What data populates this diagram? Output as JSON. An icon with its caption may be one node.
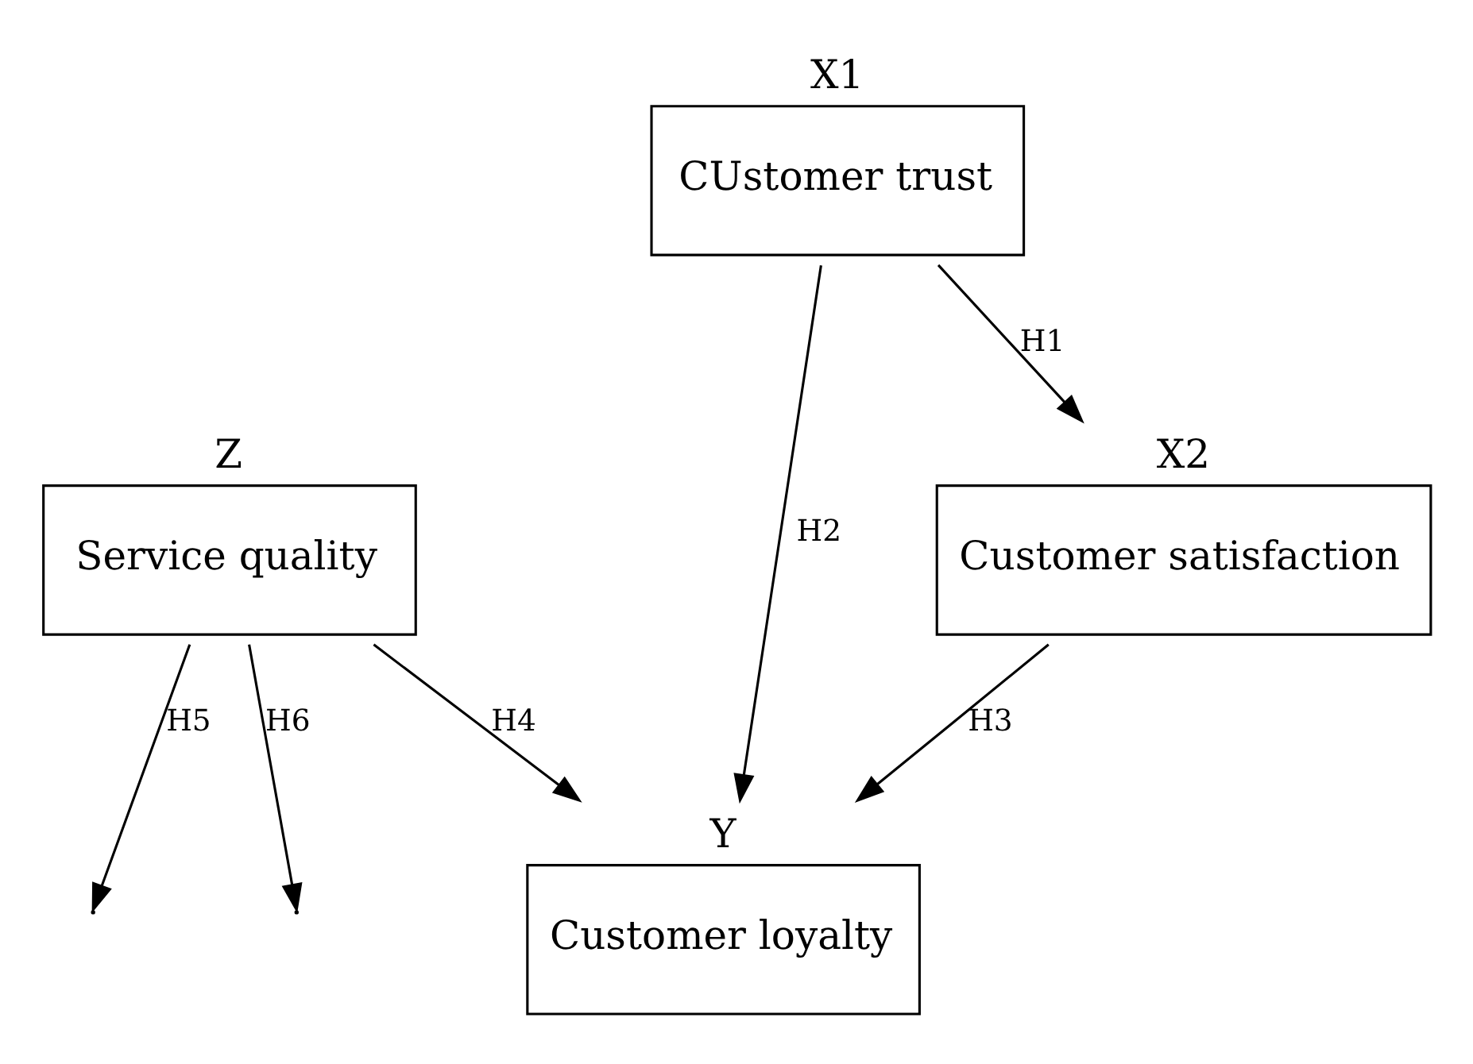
{
  "diagram": {
    "nodes": [
      {
        "text": [
          "Z",
          "Service quality"
        ]
      },
      {
        "text": [
          "X1",
          "CUstomer trust"
        ]
      },
      {
        "text": [
          "Y",
          "Customer loyalty"
        ]
      },
      {
        "text": [
          "X2",
          "Customer satisfaction"
        ]
      }
    ],
    "edges": [
      {
        "from": 0,
        "to": 2,
        "arrow": "to",
        "label": "H4"
      },
      {
        "from": 0,
        "to": null,
        "arrow": "to",
        "label": "H5"
      },
      {
        "from": 0,
        "to": null,
        "arrow": "to",
        "label": "H6"
      },
      {
        "from": 1,
        "to": 2,
        "arrow": "to",
        "label": "H2"
      },
      {
        "from": 1,
        "to": 3,
        "arrow": "to",
        "label": "H1"
      },
      {
        "from": 3,
        "to": 2,
        "arrow": "to",
        "label": "H3"
      }
    ]
  }
}
